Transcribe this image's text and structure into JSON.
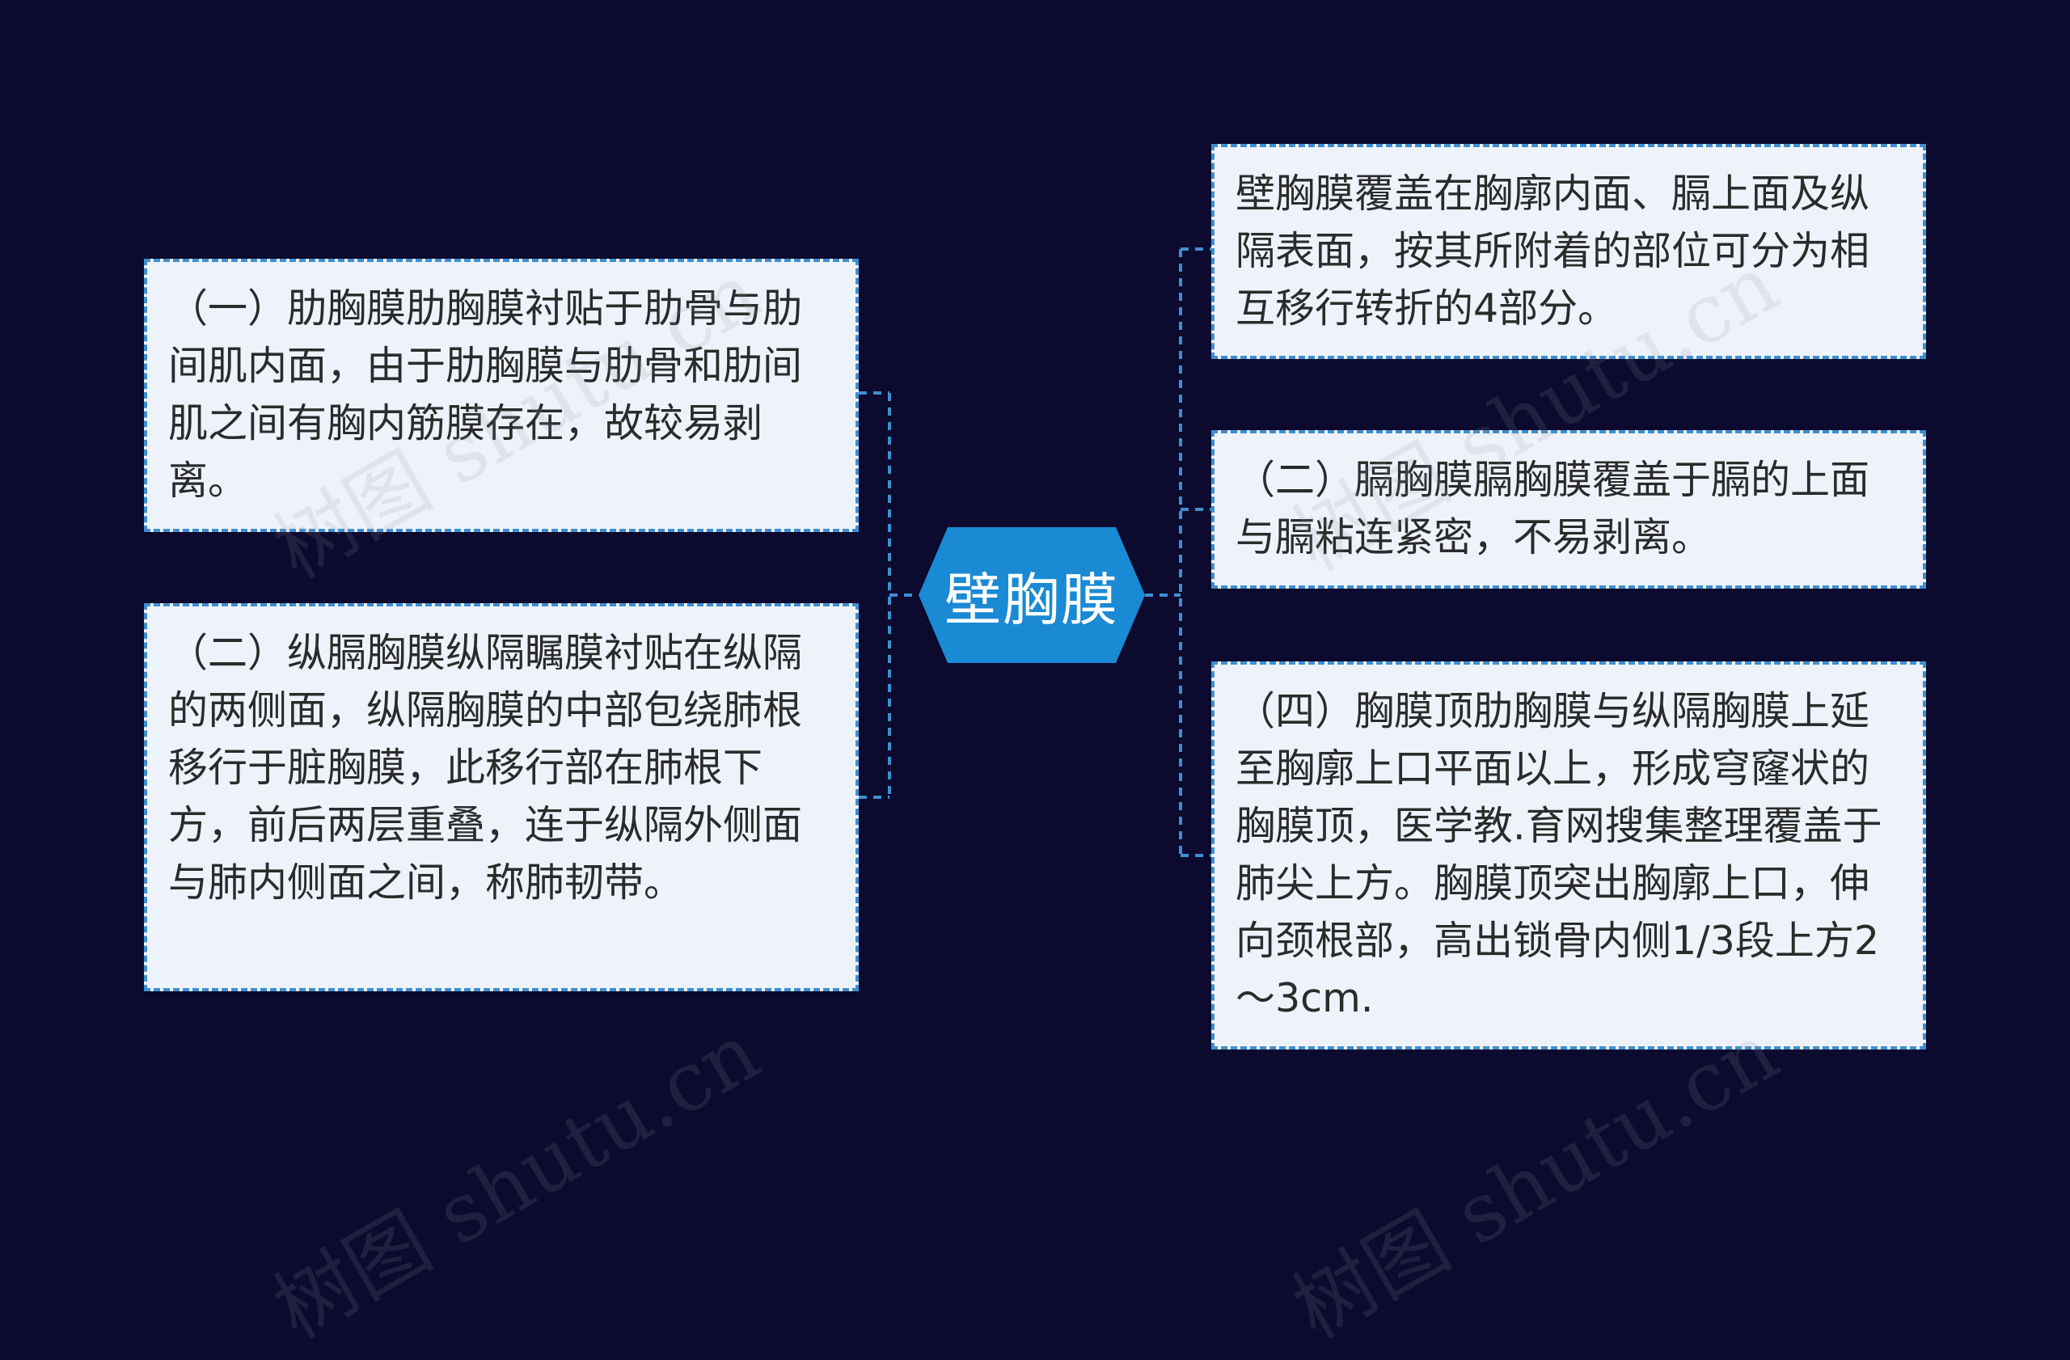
{
  "root": {
    "label": "壁胸膜"
  },
  "left_nodes": [
    {
      "text": "（一）肋胸膜肋胸膜衬贴于肋骨与肋间肌内面，由于肋胸膜与肋骨和肋间肌之间有胸内筋膜存在，故较易剥离。"
    },
    {
      "text": "（二）纵膈胸膜纵隔瞩膜衬贴在纵隔的两侧面，纵隔胸膜的中部包绕肺根移行于脏胸膜，此移行部在肺根下方，前后两层重叠，连于纵隔外侧面与肺内侧面之间，称肺韧带。"
    }
  ],
  "right_nodes": [
    {
      "text": "壁胸膜覆盖在胸廓内面、膈上面及纵隔表面，按其所附着的部位可分为相互移行转折的4部分。"
    },
    {
      "text": "（二）膈胸膜膈胸膜覆盖于膈的上面与膈粘连紧密，不易剥离。"
    },
    {
      "text": "（四）胸膜顶肋胸膜与纵隔胸膜上延至胸廓上口平面以上，形成穹窿状的胸膜顶，医学教.育网搜集整理覆盖于肺尖上方。胸膜顶突出胸廓上口，伸向颈根部，高出锁骨内侧1/3段上方2～3cm."
    }
  ],
  "watermark": {
    "text": "树图 shutu.cn"
  },
  "colors": {
    "background": "#0c0a2e",
    "root_fill": "#1a8ad4",
    "node_fill": "#eef3fb",
    "connector": "#3d8fd0"
  }
}
